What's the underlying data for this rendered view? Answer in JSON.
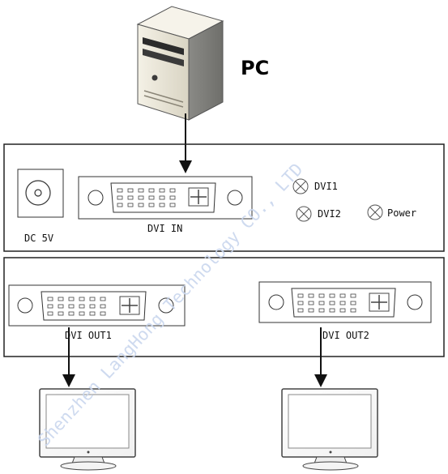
{
  "pc": {
    "label": "PC"
  },
  "input_panel": {
    "dc_label": "DC 5V",
    "dvi_in_label": "DVI IN",
    "leds": [
      "DVI1",
      "DVI2",
      "Power"
    ]
  },
  "output_panel": {
    "out1_label": "DVI OUT1",
    "out2_label": "DVI OUT2"
  },
  "watermark": "Shenzhen LangHong Technology CO., LTD",
  "colors": {
    "line": "#1a1a1a",
    "watermark": "#c9d6ee",
    "pc_body": "#ece8dc"
  }
}
